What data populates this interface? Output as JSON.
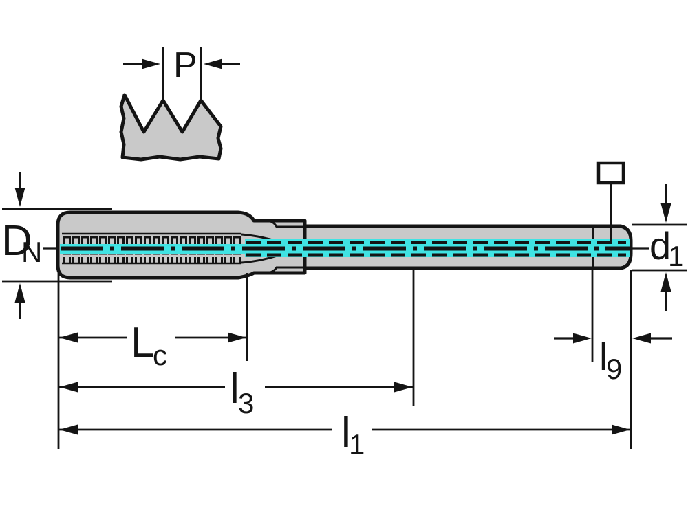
{
  "drawing": {
    "type": "technical-dimension-drawing",
    "subject": "machine tap with threaded section, neck, shank and square drive end",
    "background_color": "#ffffff",
    "body_fill": "#c9c9c9",
    "outline_color": "#141414",
    "accent_color": "#40e3e3",
    "icons": {
      "square_drive": "square-outline-icon"
    },
    "labels": {
      "pitch": {
        "main": "P",
        "sub": ""
      },
      "nominal_thread_diameter": {
        "main": "D",
        "sub": "N"
      },
      "thread_length": {
        "main": "L",
        "sub": "c"
      },
      "length_to_neck_end": {
        "main": "l",
        "sub": "3"
      },
      "overall_length": {
        "main": "l",
        "sub": "1"
      },
      "square_length": {
        "main": "l",
        "sub": "9"
      },
      "shank_diameter": {
        "main": "d",
        "sub": "1"
      }
    }
  }
}
